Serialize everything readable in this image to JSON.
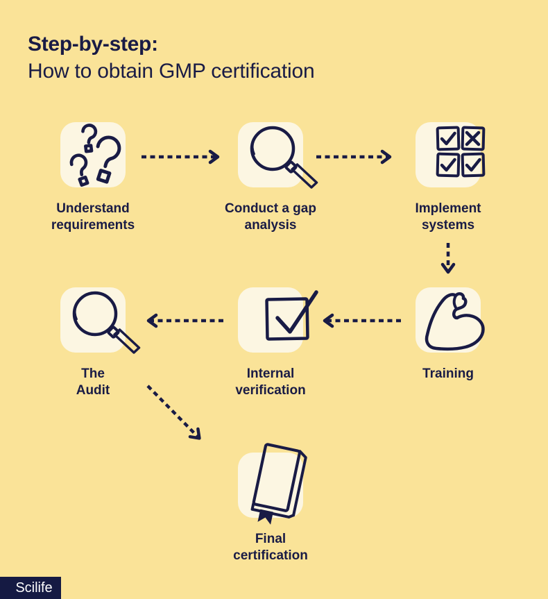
{
  "theme": {
    "bg": "#fae398",
    "navy": "#191b45",
    "card": "#fcf6e2",
    "logo_bg": "#151a43",
    "logo_text_color": "#ffffff"
  },
  "header": {
    "title_bold": "Step-by-step:",
    "title_regular": "How to obtain GMP certification"
  },
  "steps": [
    {
      "label": "Understand\nrequirements",
      "icon": "question-marks-icon"
    },
    {
      "label": "Conduct a gap\nanalysis",
      "icon": "magnifier-icon"
    },
    {
      "label": "Implement\nsystems",
      "icon": "checklist-grid-icon"
    },
    {
      "label": "Training",
      "icon": "bicep-icon"
    },
    {
      "label": "Internal\nverification",
      "icon": "checkbox-check-icon"
    },
    {
      "label": "The\nAudit",
      "icon": "magnifier-icon"
    },
    {
      "label": "Final\ncertification",
      "icon": "certificate-book-icon"
    }
  ],
  "flow": {
    "arrows": [
      {
        "from": "Understand requirements",
        "to": "Conduct a gap analysis",
        "direction": "right",
        "style": "dashed"
      },
      {
        "from": "Conduct a gap analysis",
        "to": "Implement systems",
        "direction": "right",
        "style": "dashed"
      },
      {
        "from": "Implement systems",
        "to": "Training",
        "direction": "down",
        "style": "dashed"
      },
      {
        "from": "Training",
        "to": "Internal verification",
        "direction": "left",
        "style": "dashed"
      },
      {
        "from": "Internal verification",
        "to": "The Audit",
        "direction": "left",
        "style": "dashed"
      },
      {
        "from": "The Audit",
        "to": "Final certification",
        "direction": "down-right",
        "style": "dashed"
      }
    ]
  },
  "footer": {
    "logo_text": "Scilife"
  }
}
